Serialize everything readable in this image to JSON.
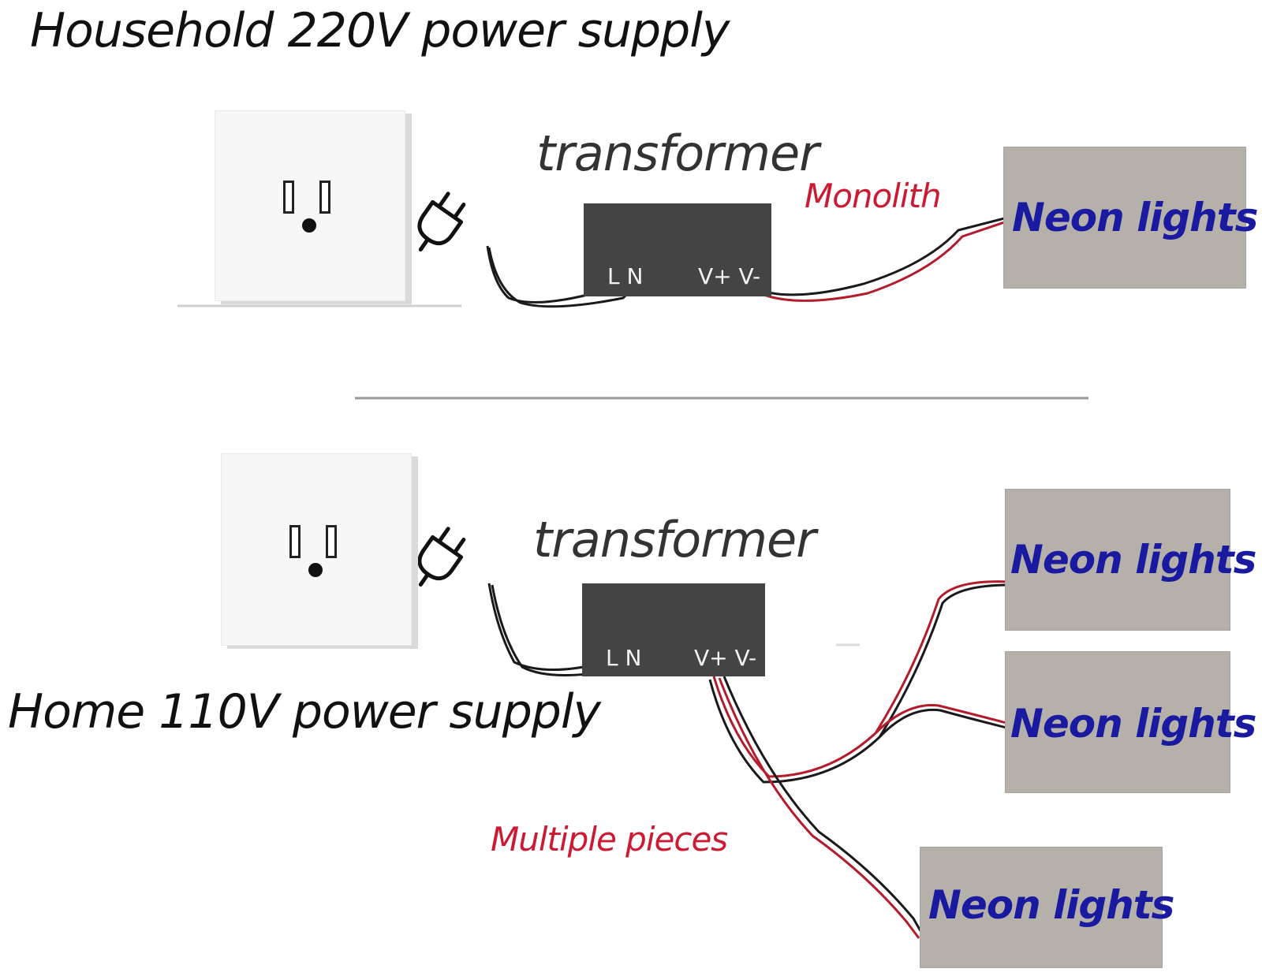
{
  "top": {
    "title": "Household 220V power supply",
    "transformer_label": "transformer",
    "terminals": {
      "in": "L N",
      "out": "V+ V-"
    },
    "wire_note": "Monolith",
    "lights": [
      "Neon lights"
    ]
  },
  "bottom": {
    "title": "Home 110V power supply",
    "transformer_label": "transformer",
    "terminals": {
      "in": "L N",
      "out": "V+ V-"
    },
    "wire_note": "Multiple pieces",
    "lights": [
      "Neon lights",
      "Neon lights",
      "Neon lights"
    ]
  },
  "colors": {
    "title": "#111111",
    "wire_note": "#cc1a33",
    "light_label": "#1a1aa0",
    "light_panel": "#b5b0aa",
    "transformer": "#444444",
    "wire_black": "#1a1a1a",
    "wire_red": "#b31c2c"
  },
  "icons": [
    "wall-outlet-icon",
    "plug-icon"
  ]
}
